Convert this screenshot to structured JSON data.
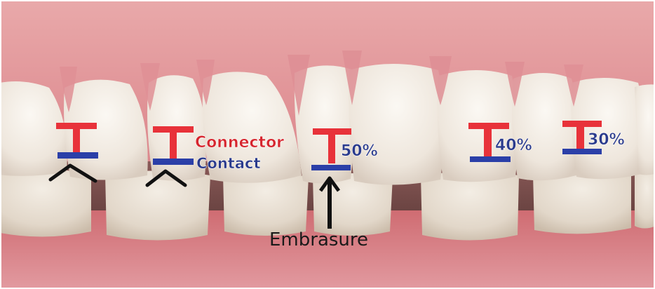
{
  "labels": {
    "connector": "Connector",
    "contact": "Contact",
    "pct_central": "50%",
    "pct_lateral": "40%",
    "pct_canine": "30%",
    "embrasure": "Embrasure"
  },
  "colors": {
    "connector_marker": "#e8323a",
    "contact_marker": "#2b3fa8",
    "connector_text": "#d6262e",
    "contact_text": "#2a3a8c",
    "percent_text": "#2a3a8c",
    "annotation_black": "#111111",
    "gingiva": "#d97a80",
    "tooth": "#efe8e0"
  }
}
